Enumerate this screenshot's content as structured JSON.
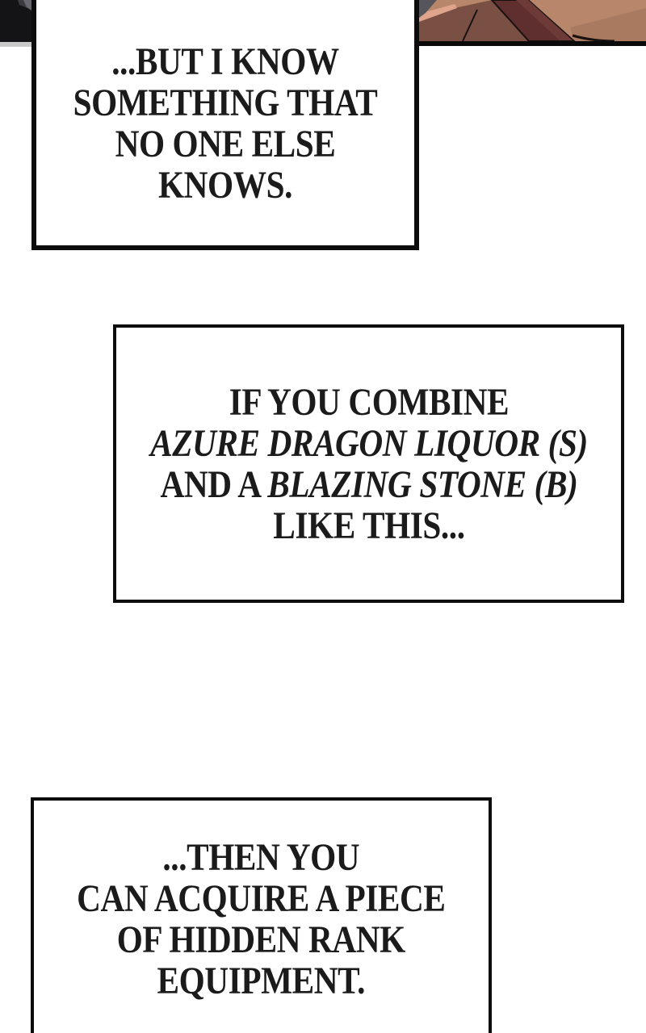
{
  "comic": {
    "bubble1": {
      "line1": "...BUT I KNOW",
      "line2": "SOMETHING THAT",
      "line3": "NO ONE ELSE",
      "line4": "KNOWS."
    },
    "bubble2": {
      "line1": "IF YOU COMBINE",
      "line2": "AZURE DRAGON LIQUOR (S)",
      "line3_normal": "AND A ",
      "line3_emphasis": "BLAZING STONE (B)",
      "line4": "LIKE THIS..."
    },
    "bubble3": {
      "line1": "...THEN YOU",
      "line2": "CAN ACQUIRE A PIECE",
      "line3": "OF HIDDEN RANK",
      "line4": "EQUIPMENT."
    }
  },
  "art": {
    "left_fragment": {
      "black": "#141416",
      "gray_highlight": "#67676d",
      "gray_mid": "#3a3a40",
      "bottom_strip": "#c9c9ca"
    },
    "right_fragment": {
      "tan": "#b8866a",
      "tan_shadow": "#aa7a60",
      "brown": "#7b5044",
      "strap": "#5f2f2f",
      "strap_highlight": "#6d3a37",
      "salmon": "#e0a48d",
      "gray_wedge": "#55555b",
      "ink": "#17110f"
    }
  }
}
